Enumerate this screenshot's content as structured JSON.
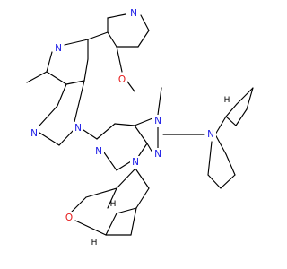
{
  "molecule": {
    "atoms": {
      "pyridine_n": "N",
      "methoxy_o": "O",
      "pyrrolopyridine_n5": "N",
      "pyrazole_n1": "N",
      "pyrazole_n2": "N",
      "imidazopyridine_n_ring": "N",
      "imidazole_n_methyl": "N",
      "imidazole_n3": "N",
      "pyrazine_n": "N",
      "azabicyclo_n": "N",
      "oxa_o": "O",
      "stereo_h1": "H",
      "stereo_h2": "H",
      "stereo_h3": "H"
    },
    "colors": {
      "bond": "#000000",
      "nitrogen": "#1a1ae6",
      "oxygen": "#e61a1a",
      "hydrogen": "#000000"
    }
  }
}
